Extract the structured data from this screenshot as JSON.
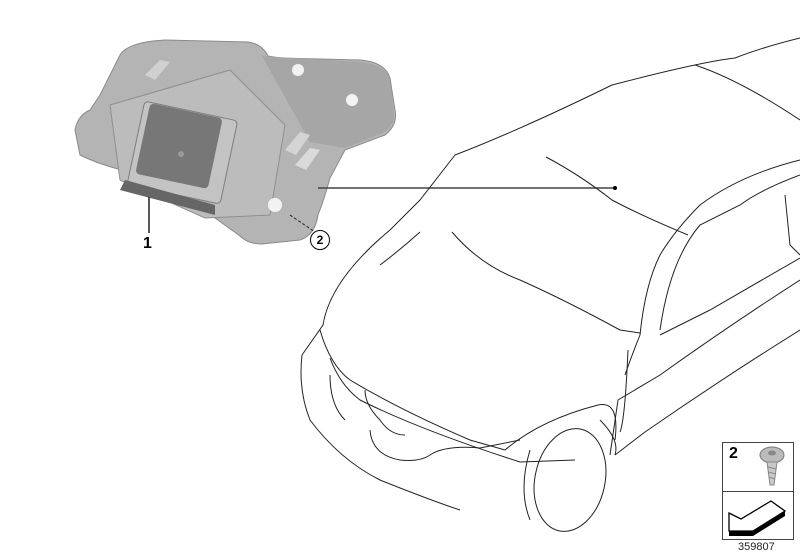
{
  "diagram": {
    "part_labels": [
      {
        "id": "1",
        "text": "1",
        "description": "antenna module on mounting bracket"
      },
      {
        "id": "2",
        "text": "2",
        "description": "screw callout"
      }
    ],
    "legend": {
      "item_number": "2",
      "item_icon": "torx-screw-icon",
      "lower_icon": "direction-arrow-icon"
    },
    "diagram_id": "359807",
    "colors": {
      "part_gray": "#a9a9a9",
      "line": "#222222",
      "background": "#ffffff"
    }
  }
}
